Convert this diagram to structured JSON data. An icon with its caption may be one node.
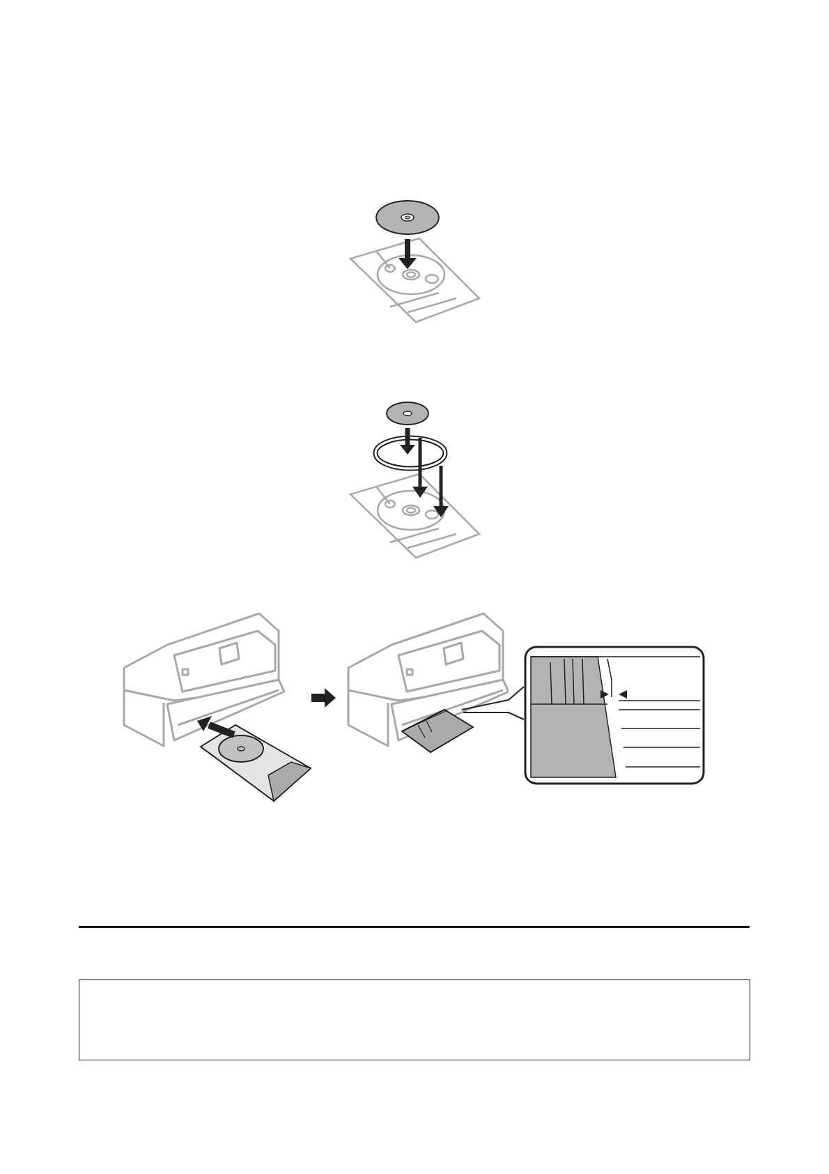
{
  "diagram": {
    "nodes": [
      {
        "text": [],
        "shape": "picture"
      },
      {
        "text": [],
        "shape": "picture"
      },
      {
        "text": [],
        "shape": "picture"
      },
      {
        "text": [],
        "shape": "box"
      }
    ],
    "edges": [
      {
        "from": 0,
        "to": 1,
        "arrow": "to",
        "style": "thick"
      },
      {
        "from": 1,
        "to": 2,
        "arrow": "none"
      }
    ]
  }
}
